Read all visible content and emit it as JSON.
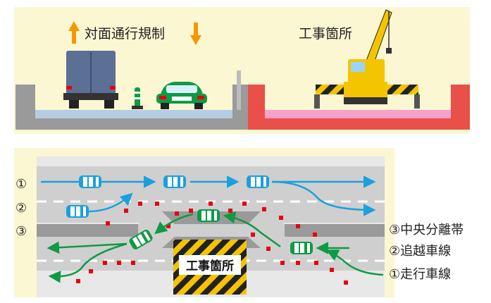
{
  "top": {
    "left_caption": "対面通行規制",
    "right_caption": "工事箇所"
  },
  "bottom": {
    "work_zone_label": "工事箇所",
    "row_markers": [
      "①",
      "②",
      "③"
    ],
    "legend": [
      "③中央分離帯",
      "②追越車線",
      "①走行車線"
    ]
  },
  "colors": {
    "background": "#fbf7d2",
    "arrow_orange": "#f39800",
    "blue_traffic": "#1aa0dd",
    "green_traffic": "#0f9a44",
    "work_red": "#e9504a",
    "work_pink": "#f6a1c8",
    "cone_red": "#e60012",
    "road_gray": "#cfcfcf",
    "median_gray": "#9a9a9a"
  }
}
